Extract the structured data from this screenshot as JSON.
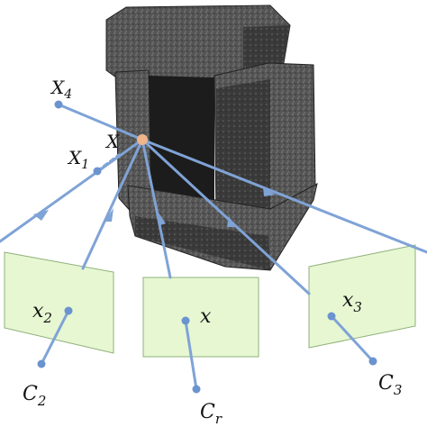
{
  "labels": {
    "X": "X",
    "X1": {
      "base": "X",
      "sub": "1"
    },
    "X4": {
      "base": "X",
      "sub": "4"
    },
    "x": "x",
    "x2": {
      "base": "x",
      "sub": "2"
    },
    "x3": {
      "base": "x",
      "sub": "3"
    },
    "Cr": {
      "base": "C",
      "sub": "r"
    },
    "C2": {
      "base": "C",
      "sub": "2"
    },
    "C3": {
      "base": "C",
      "sub": "3"
    }
  },
  "colors": {
    "ray": "#7fa3d6",
    "ray_dot": "#6b93cf",
    "image_plane_fill": "#e6f7d2",
    "image_plane_stroke": "#8fb07a",
    "point_X": "#f0b48a",
    "brick_dark": "#2b2b2b",
    "brick_mid": "#5a5a5a",
    "brick_light": "#7d7d7d"
  },
  "icons": {
    "object": "point-cloud-brick-stack-image"
  }
}
